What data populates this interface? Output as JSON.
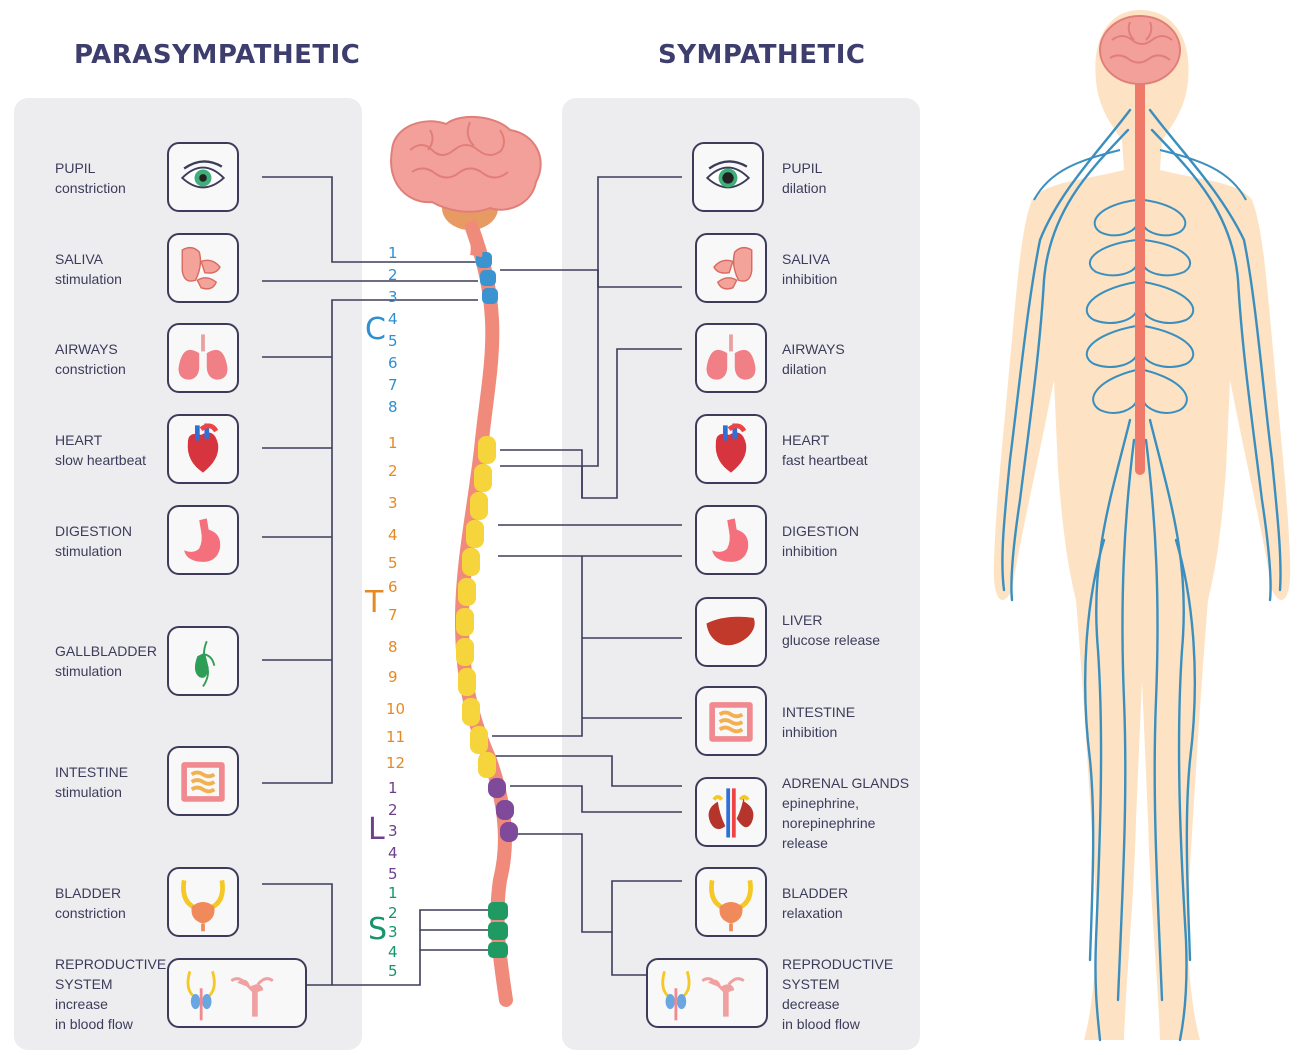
{
  "headings": {
    "parasympathetic": "PARASYMPATHETIC",
    "sympathetic": "SYMPATHETIC"
  },
  "parasympathetic": [
    {
      "title": "PUPIL",
      "desc": [
        "constriction"
      ],
      "icon": "eye-icon"
    },
    {
      "title": "SALIVA",
      "desc": [
        "stimulation"
      ],
      "icon": "salivary-gland-icon"
    },
    {
      "title": "AIRWAYS",
      "desc": [
        "constriction"
      ],
      "icon": "lungs-icon"
    },
    {
      "title": "HEART",
      "desc": [
        "slow heartbeat"
      ],
      "icon": "heart-icon"
    },
    {
      "title": "DIGESTION",
      "desc": [
        "stimulation"
      ],
      "icon": "stomach-icon"
    },
    {
      "title": "GALLBLADDER",
      "desc": [
        "stimulation"
      ],
      "icon": "gallbladder-icon"
    },
    {
      "title": "INTESTINE",
      "desc": [
        "stimulation"
      ],
      "icon": "intestine-icon"
    },
    {
      "title": "BLADDER",
      "desc": [
        "constriction"
      ],
      "icon": "bladder-icon"
    },
    {
      "title": "REPRODUCTIVE",
      "desc": [
        "SYSTEM",
        "increase",
        "in blood flow"
      ],
      "icon": "reproductive-icon"
    }
  ],
  "sympathetic": [
    {
      "title": "PUPIL",
      "desc": [
        "dilation"
      ],
      "icon": "eye-icon"
    },
    {
      "title": "SALIVA",
      "desc": [
        "inhibition"
      ],
      "icon": "salivary-gland-icon"
    },
    {
      "title": "AIRWAYS",
      "desc": [
        "dilation"
      ],
      "icon": "lungs-icon"
    },
    {
      "title": "HEART",
      "desc": [
        "fast heartbeat"
      ],
      "icon": "heart-icon"
    },
    {
      "title": "DIGESTION",
      "desc": [
        "inhibition"
      ],
      "icon": "stomach-icon"
    },
    {
      "title": "LIVER",
      "desc": [
        "glucose release"
      ],
      "icon": "liver-icon"
    },
    {
      "title": "INTESTINE",
      "desc": [
        "inhibition"
      ],
      "icon": "intestine-icon"
    },
    {
      "title": "ADRENAL GLANDS",
      "desc": [
        "epinephrine,",
        "norepinephrine",
        "release"
      ],
      "icon": "adrenal-glands-icon"
    },
    {
      "title": "BLADDER",
      "desc": [
        "relaxation"
      ],
      "icon": "bladder-icon"
    },
    {
      "title": "REPRODUCTIVE",
      "desc": [
        "SYSTEM",
        "decrease",
        "in blood flow"
      ],
      "icon": "reproductive-icon"
    }
  ],
  "spine": {
    "regions": [
      {
        "letter": "C",
        "color": "#2f8fcf",
        "numbers": [
          "1",
          "2",
          "3",
          "4",
          "5",
          "6",
          "7",
          "8"
        ]
      },
      {
        "letter": "T",
        "color": "#e58a23",
        "numbers": [
          "1",
          "2",
          "3",
          "4",
          "5",
          "6",
          "7",
          "8",
          "9",
          "10",
          "11",
          "12"
        ]
      },
      {
        "letter": "L",
        "color": "#6d3f8c",
        "numbers": [
          "1",
          "2",
          "3",
          "4",
          "5"
        ]
      },
      {
        "letter": "S",
        "color": "#17956a",
        "numbers": [
          "1",
          "2",
          "3",
          "4",
          "5"
        ]
      }
    ]
  },
  "colors": {
    "nerve": "#3a8fbf",
    "spinal_cord": "#f08070",
    "body": "#fde3c3",
    "brain": "#f4a4a0",
    "panel": "#ededf0",
    "line": "#3c3c5a"
  }
}
